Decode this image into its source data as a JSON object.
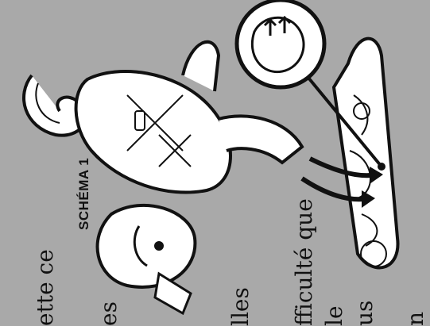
{
  "figure": {
    "label": "SCHÉMA 1",
    "subject": "toy figure on snowboard with inset detail",
    "icons": [
      "figure-illustration",
      "snowboard",
      "inset-magnifier",
      "arrow-up-icon"
    ]
  },
  "text_fragments": [
    "ette ce",
    "es",
    "lles",
    "fficulté que",
    "le",
    "us",
    "n"
  ],
  "colors": {
    "background": "#a9a9a9",
    "ink": "#111111",
    "paper": "#ffffff"
  }
}
